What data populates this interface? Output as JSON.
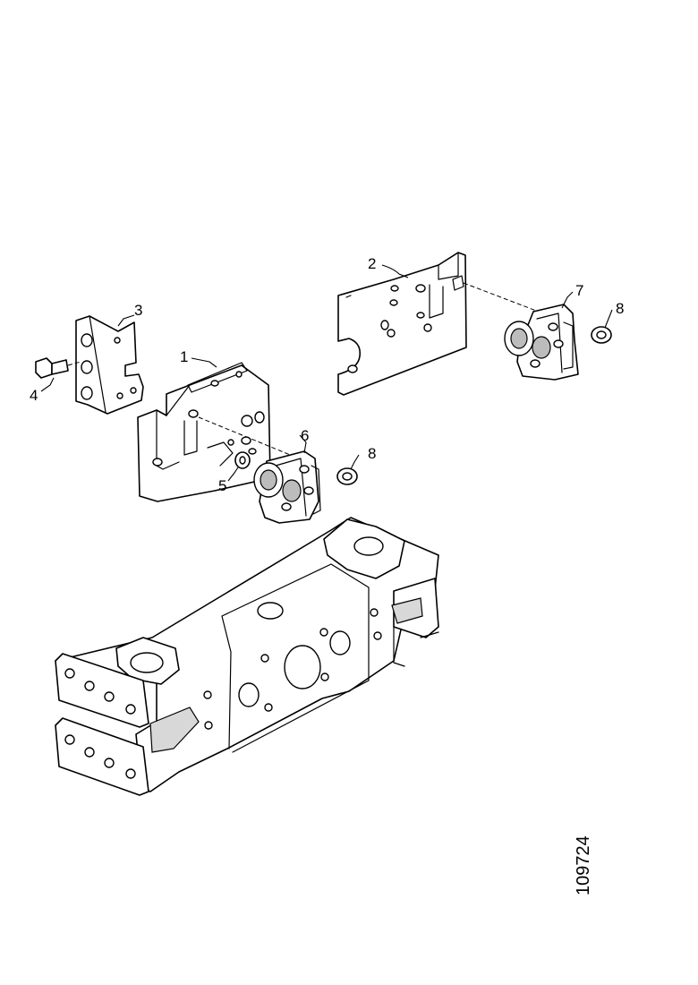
{
  "callouts": {
    "c1": "1",
    "c2": "2",
    "c3": "3",
    "c4": "4",
    "c5": "5",
    "c6": "6",
    "c7": "7",
    "c8a": "8",
    "c8b": "8"
  },
  "drawing_number": "109724"
}
